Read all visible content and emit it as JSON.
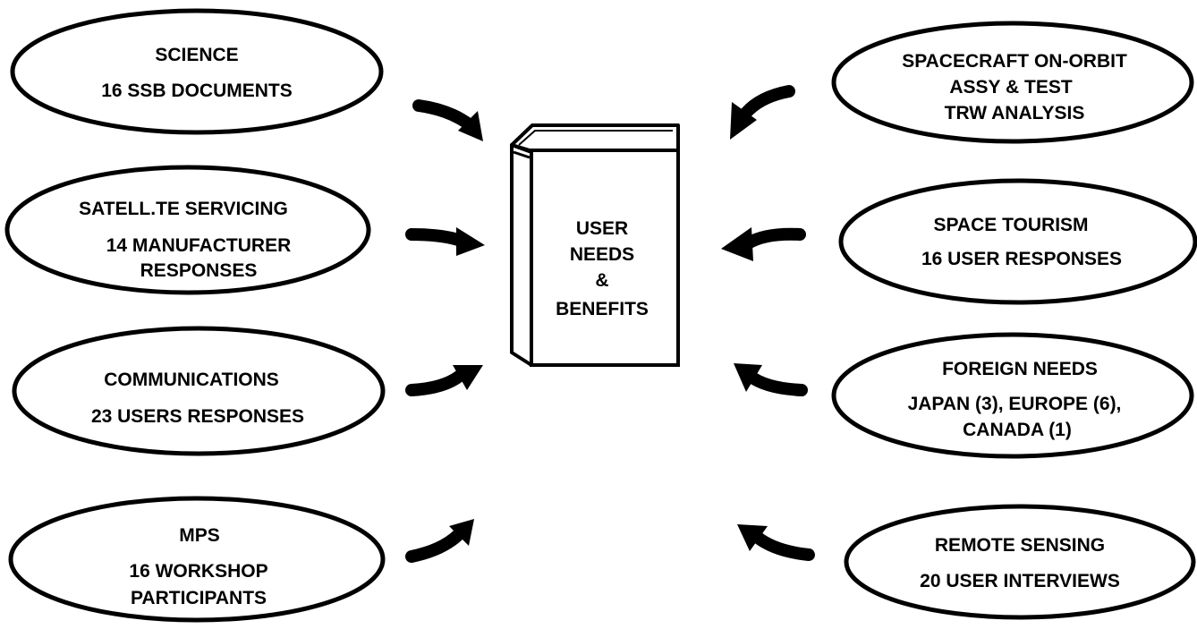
{
  "left_sources": [
    {
      "lines": [
        "SCIENCE",
        "16 SSB DOCUMENTS"
      ]
    },
    {
      "lines": [
        "SATELL.TE SERVICING",
        "14 MANUFACTURER",
        "RESPONSES"
      ]
    },
    {
      "lines": [
        "COMMUNICATIONS",
        "23 USERS RESPONSES"
      ]
    },
    {
      "lines": [
        "MPS",
        "16 WORKSHOP",
        "PARTICIPANTS"
      ]
    }
  ],
  "right_sources": [
    {
      "lines": [
        "SPACECRAFT ON-ORBIT",
        "ASSY & TEST",
        "TRW ANALYSIS"
      ]
    },
    {
      "lines": [
        "SPACE TOURISM",
        "16 USER RESPONSES"
      ]
    },
    {
      "lines": [
        "FOREIGN NEEDS",
        "JAPAN (3), EUROPE (6),",
        "CANADA (1)"
      ]
    },
    {
      "lines": [
        "REMOTE SENSING",
        "20 USER INTERVIEWS"
      ]
    }
  ],
  "book": {
    "lines": [
      "USER",
      "NEEDS",
      "&",
      "BENEFITS"
    ]
  },
  "colors": {
    "ink": "#000000",
    "background": "#ffffff"
  }
}
